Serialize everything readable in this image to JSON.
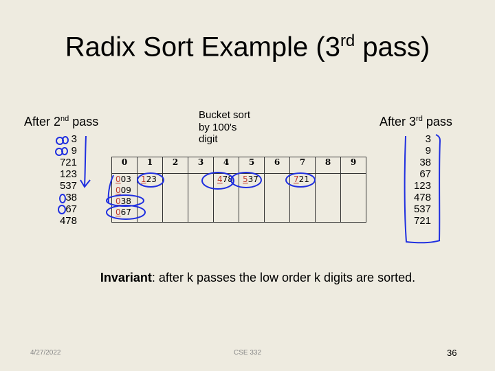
{
  "title": {
    "main": "Radix Sort Example (3",
    "sup": "rd",
    "end": " pass)"
  },
  "left": {
    "label": "After 2",
    "sup": "nd",
    "end": " pass",
    "values": [
      "3",
      "9",
      "721",
      "123",
      "537",
      "38",
      "67",
      "478"
    ]
  },
  "right": {
    "label": "After 3",
    "sup": "rd",
    "end": " pass",
    "values": [
      "3",
      "9",
      "38",
      "67",
      "123",
      "478",
      "537",
      "721"
    ]
  },
  "bucket_note": {
    "lines": [
      "Bucket sort",
      "by 100's",
      "digit"
    ]
  },
  "table": {
    "headers": [
      "0",
      "1",
      "2",
      "3",
      "4",
      "5",
      "6",
      "7",
      "8",
      "9"
    ],
    "buckets": [
      [
        {
          "d": "0",
          "r": "03"
        },
        {
          "d": "0",
          "r": "09"
        },
        {
          "d": "0",
          "r": "38"
        },
        {
          "d": "0",
          "r": "67"
        }
      ],
      [
        {
          "d": "1",
          "r": "23"
        }
      ],
      [],
      [],
      [
        {
          "d": "4",
          "r": "78"
        }
      ],
      [
        {
          "d": "5",
          "r": "37"
        }
      ],
      [],
      [
        {
          "d": "7",
          "r": "21"
        }
      ],
      [],
      []
    ]
  },
  "invariant": {
    "bold": "Invariant",
    "rest": ": after k passes the low order k digits are sorted."
  },
  "footer": {
    "date": "4/27/2022",
    "course": "CSE 332",
    "page": "36"
  },
  "colors": {
    "ink": "#1f2fe0",
    "digit": "#c0392b",
    "bg": "#eeebe0"
  }
}
